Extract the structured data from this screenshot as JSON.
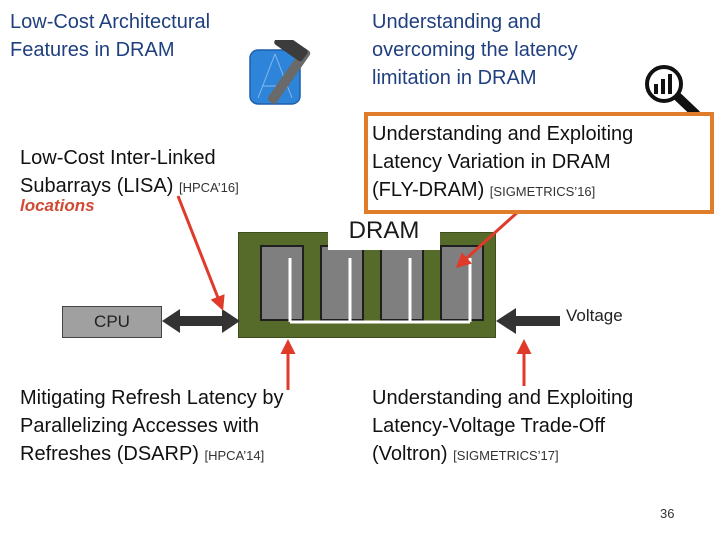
{
  "top_left_title": {
    "line1": "Low-Cost Architectural",
    "line2": "Features in DRAM"
  },
  "top_right_title": {
    "line1": "Understanding and",
    "line2": "overcoming the latency",
    "line3": "limitation in DRAM"
  },
  "lisa": {
    "line1": "Low-Cost Inter-Linked",
    "line2_main": "Subarrays",
    "line2_abbr": " (LISA) ",
    "citation": "[HPCA’16]"
  },
  "flydram": {
    "line1": "Understanding and Exploiting",
    "line2": "Latency Variation in DRAM",
    "line3_main": "(FLY-DRAM) ",
    "citation": "[SIGMETRICS’16]"
  },
  "partial_red_left": "locations",
  "partial_red_right": "variation",
  "dram_label": "DRAM",
  "cpu_label": "CPU",
  "voltage_label": "Voltage",
  "dsarp": {
    "line1": "Mitigating Refresh Latency by",
    "line2": "Parallelizing Accesses with",
    "line3_main": "Refreshes",
    "line3_abbr": " (DSARP) ",
    "citation": "[HPCA’14]"
  },
  "voltron": {
    "line1": "Understanding and Exploiting",
    "line2": "Latency-Voltage Trade-Off",
    "line3_main": "(Voltron) ",
    "citation": "[SIGMETRICS’17]"
  },
  "page_number": "36",
  "icons": [
    "xcode-hammer-icon",
    "analytics-magnifier-icon"
  ],
  "colors": {
    "header_blue": "#1f3f7f",
    "accent_orange": "#e07d2a",
    "arrow_red": "#e03a2a",
    "dram_green": "#566b2a",
    "bank_gray": "#7f7f7f"
  }
}
